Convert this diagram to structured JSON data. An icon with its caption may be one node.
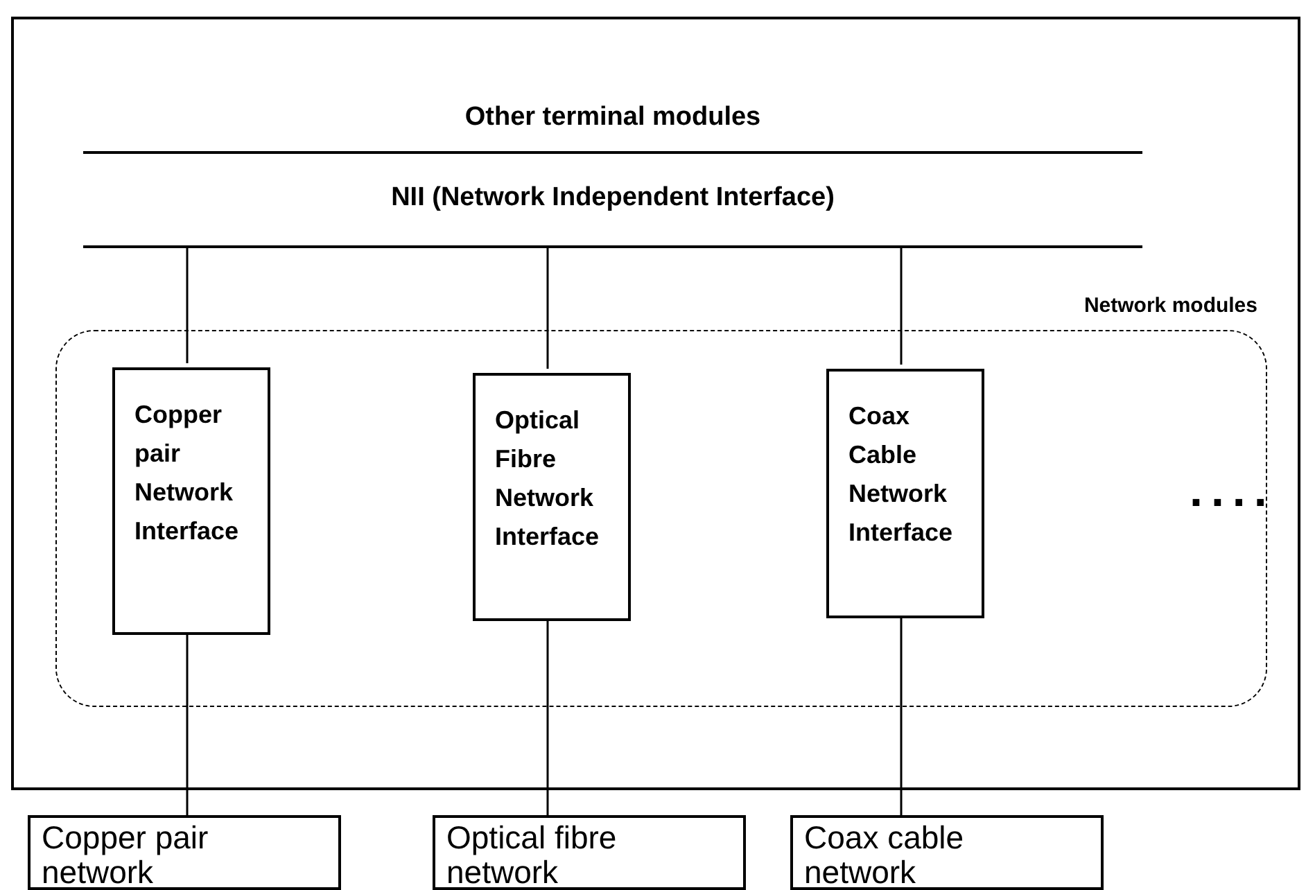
{
  "diagram": {
    "nodes": [
      {
        "text": [],
        "shape": "box"
      },
      {
        "text": [
          "Other terminal modules"
        ],
        "in": 0
      },
      {
        "text": [
          "NII (Network Independent Interface)"
        ],
        "in": 0
      },
      {
        "text": [
          "Network modules"
        ],
        "in": 0
      },
      {
        "text": [
          "Copper pair Network Interface"
        ],
        "in": 3
      },
      {
        "text": [
          "Optical Fibre Network Interface"
        ],
        "in": 3
      },
      {
        "text": [
          "Coax Cable Network Interface"
        ],
        "in": 3
      },
      {
        "text": [
          "Copper pair network"
        ]
      },
      {
        "text": [
          "Optical fibre network"
        ]
      },
      {
        "text": [
          "Coax cable network"
        ]
      }
    ],
    "edges": [
      {
        "from": 2,
        "to": 4,
        "arrow": "none"
      },
      {
        "from": 2,
        "to": 5,
        "arrow": "none"
      },
      {
        "from": 2,
        "to": 6,
        "arrow": "none"
      },
      {
        "from": 4,
        "to": 7,
        "arrow": "none"
      },
      {
        "from": 5,
        "to": 8,
        "arrow": "none"
      },
      {
        "from": 6,
        "to": 9,
        "arrow": "none"
      }
    ],
    "labels": [
      "...."
    ]
  }
}
